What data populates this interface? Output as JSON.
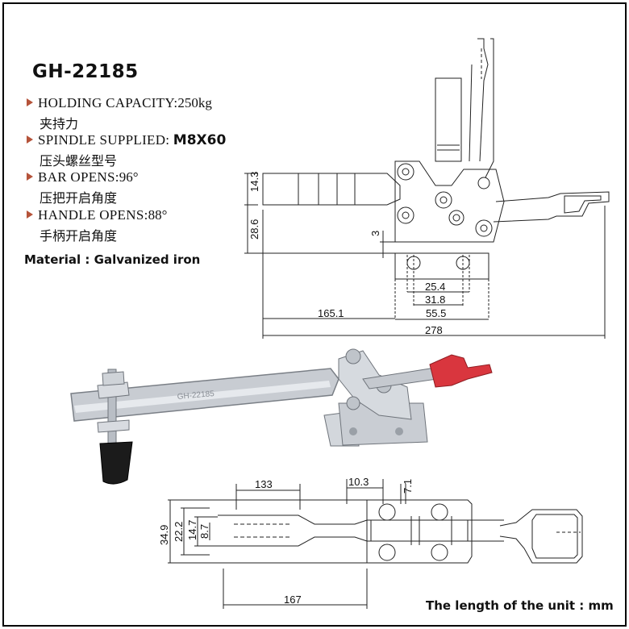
{
  "model": "GH-22185",
  "specs": [
    {
      "label_en": "HOLDING CAPACITY:",
      "value": "250kg",
      "label_cn": "夹持力"
    },
    {
      "label_en": "SPINDLE SUPPLIED:",
      "value": "M8X60",
      "label_cn": "压头螺丝型号"
    },
    {
      "label_en": "BAR OPENS:",
      "value": "96°",
      "label_cn": "压把开启角度"
    },
    {
      "label_en": "HANDLE OPENS:",
      "value": "88°",
      "label_cn": "手柄开启角度"
    }
  ],
  "material": "Material :  Galvanized iron",
  "unit_note": "The length of the unit  : mm",
  "top_drawing": {
    "d_14_3": "14.3",
    "d_28_6": "28.6",
    "d_3": "3",
    "d_25_4": "25.4",
    "d_31_8": "31.8",
    "d_55_5": "55.5",
    "d_165_1": "165.1",
    "d_278": "278"
  },
  "photo": {
    "bar_marking": "GH-22185"
  },
  "bottom_drawing": {
    "d_133": "133",
    "d_10_3": "10.3",
    "d_7_1": "7.1",
    "d_34_9": "34.9",
    "d_22_2": "22.2",
    "d_14_7": "14.7",
    "d_8_7": "8.7",
    "d_167": "167"
  },
  "colors": {
    "bullet": "#b5533a",
    "handle_grip": "#d9363e",
    "steel": "#c8ccd2"
  }
}
